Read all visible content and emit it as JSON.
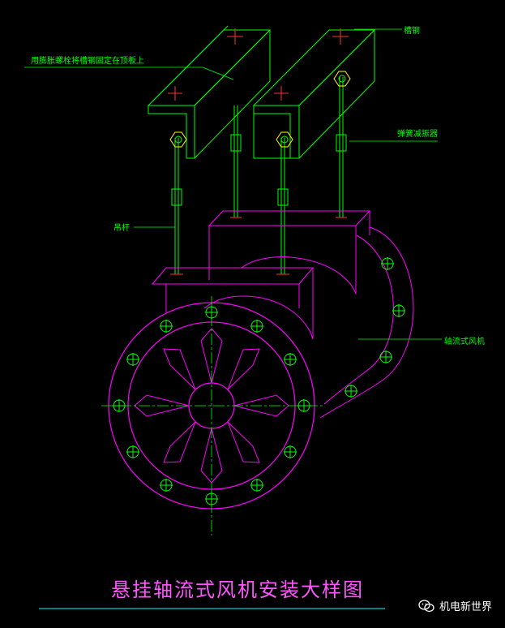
{
  "labels": {
    "bolt_note": "用膨胀螺栓将槽钢固定在顶板上",
    "channel": "槽钢",
    "spring": "弹簧减振器",
    "rod": "吊杆",
    "fan": "轴流式风机"
  },
  "title": "悬挂轴流式风机安装大样图",
  "watermark": "机电新世界",
  "colors": {
    "background": "#000000",
    "steel": "#00ff00",
    "fan": "#ff00ff",
    "center": "#ff3333",
    "leader": "#00ff00",
    "underline": "#00ffff",
    "bolts": "#00ff00"
  },
  "icons": {
    "watermark": "wechat-icon"
  }
}
